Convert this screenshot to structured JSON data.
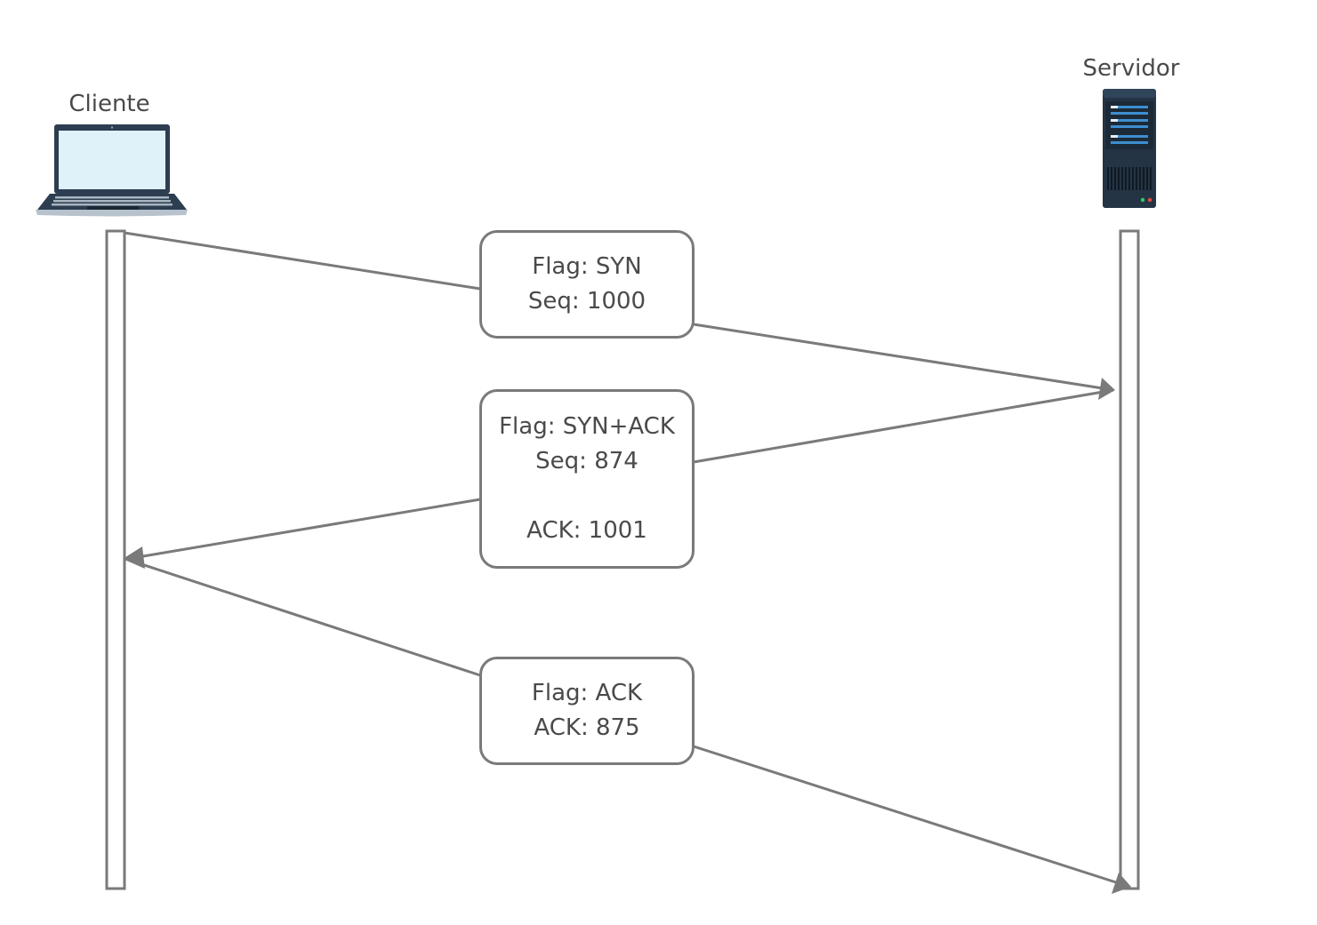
{
  "participants": {
    "client": {
      "label": "Cliente",
      "icon": "laptop-icon"
    },
    "server": {
      "label": "Servidor",
      "icon": "server-tower-icon"
    }
  },
  "messages": [
    {
      "direction": "client-to-server",
      "lines": [
        "Flag: SYN",
        "Seq: 1000"
      ]
    },
    {
      "direction": "server-to-client",
      "lines": [
        "Flag: SYN+ACK",
        "Seq: 874",
        "",
        "ACK: 1001"
      ]
    },
    {
      "direction": "client-to-server",
      "lines": [
        "Flag: ACK",
        "ACK: 875"
      ]
    }
  ],
  "colors": {
    "line": "#7a7a7a",
    "text": "#4a4a4a",
    "laptop_screen": "#dff1f9",
    "laptop_frame": "#2c3e50",
    "server_body": "#243444"
  }
}
